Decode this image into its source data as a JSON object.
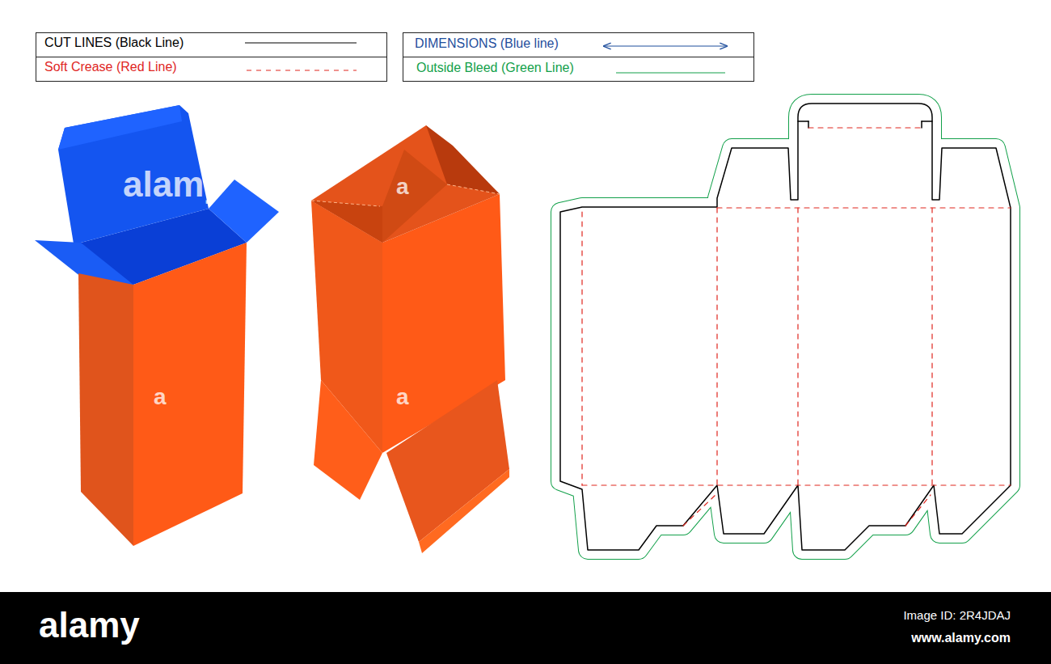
{
  "diagram": {
    "labels": [
      "alamy",
      "a",
      "a",
      "a",
      "alamy",
      "Image ID: 2R4JDAJ",
      "www.alamy.com"
    ],
    "legend": [
      {
        "text": "CUT LINES (Black Line)"
      },
      {
        "text": "Soft Crease (Red Line)"
      },
      {
        "text": "DIMENSIONS (Blue line)"
      },
      {
        "text": "Outside Bleed (Green Line)"
      }
    ]
  }
}
